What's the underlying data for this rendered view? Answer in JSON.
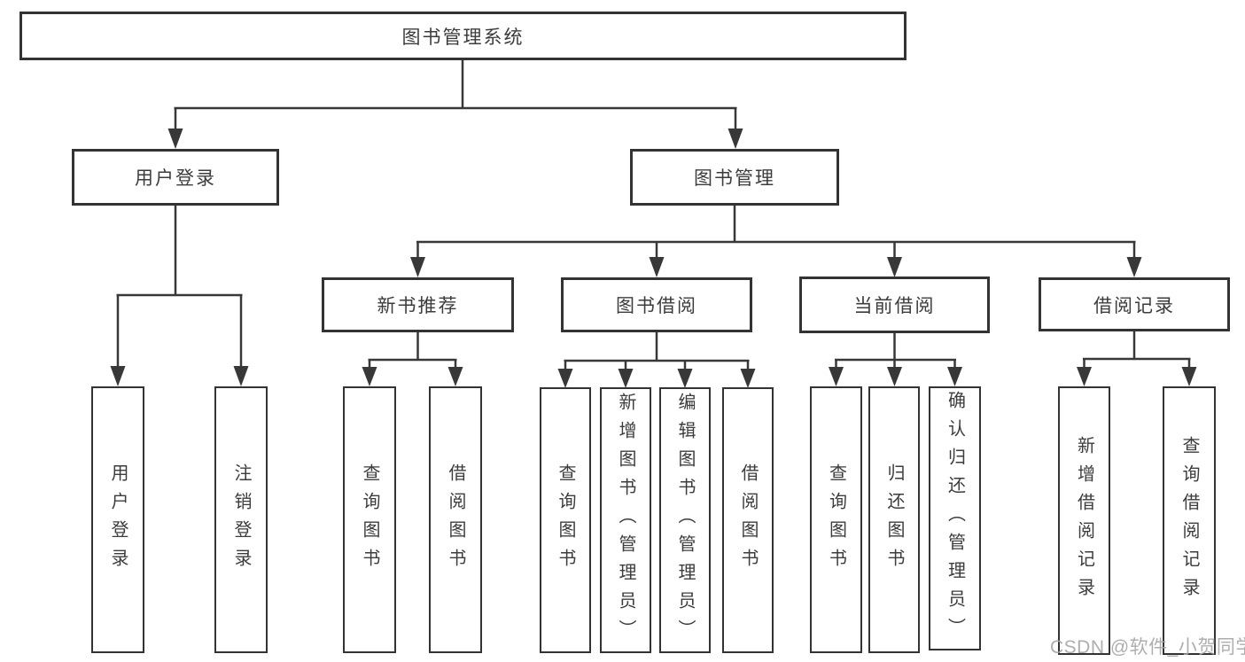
{
  "diagram": {
    "title": "图书管理系统",
    "branches": [
      {
        "label": "用户登录",
        "children": [
          {
            "label": "用户登录"
          },
          {
            "label": "注销登录"
          }
        ]
      },
      {
        "label": "图书管理",
        "children": [
          {
            "label": "新书推荐",
            "children": [
              {
                "label": "查询图书"
              },
              {
                "label": "借阅图书"
              }
            ]
          },
          {
            "label": "图书借阅",
            "children": [
              {
                "label": "查询图书"
              },
              {
                "label": "新增图书（管理员）"
              },
              {
                "label": "编辑图书（管理员）"
              },
              {
                "label": "借阅图书"
              }
            ]
          },
          {
            "label": "当前借阅",
            "children": [
              {
                "label": "查询图书"
              },
              {
                "label": "归还图书"
              },
              {
                "label": "确认归还（管理员）"
              }
            ]
          },
          {
            "label": "借阅记录",
            "children": [
              {
                "label": "新增借阅记录"
              },
              {
                "label": "查询借阅记录"
              }
            ]
          }
        ]
      }
    ],
    "colors": {
      "line": "#383838",
      "box_border": "#333333",
      "text": "#3c3c3c",
      "background": "#ffffff",
      "watermark_text": "#a6a6a6"
    }
  },
  "watermark": "CSDN @软件_小贺同学"
}
